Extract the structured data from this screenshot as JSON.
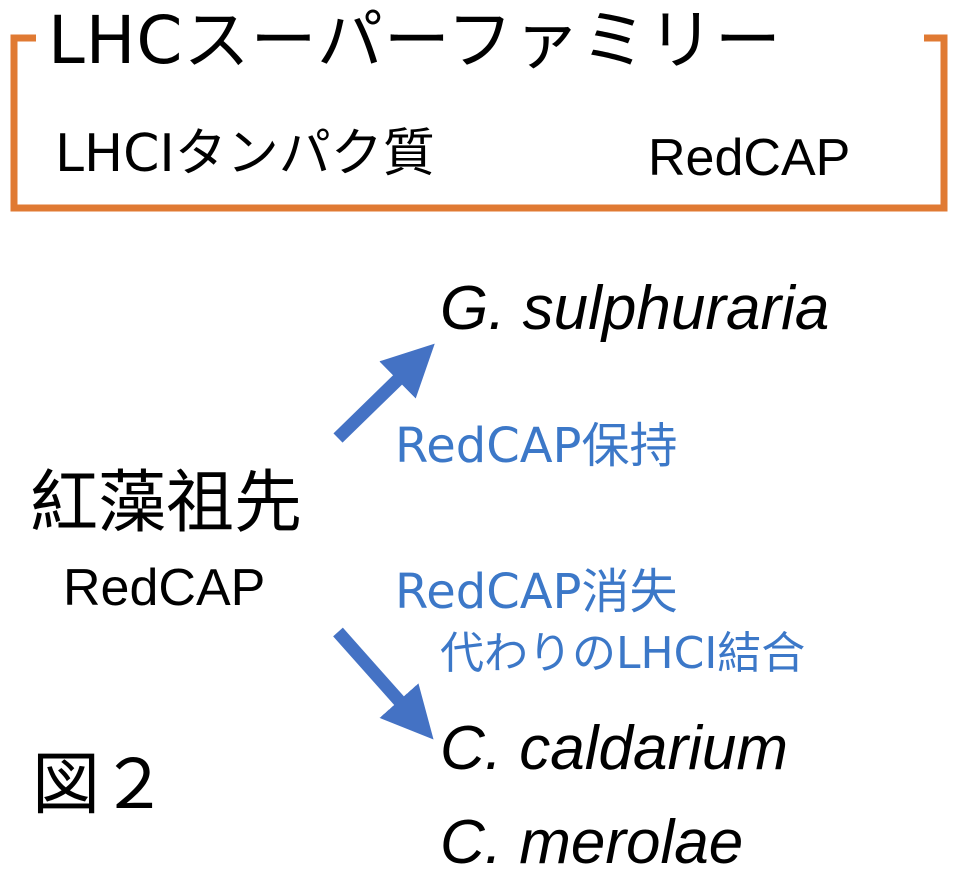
{
  "colors": {
    "bracket": "#e07a33",
    "arrow": "#4472c4",
    "annotation_text": "#3c78c8",
    "text": "#000000"
  },
  "superfamily": {
    "title": "LHCスーパーファミリー",
    "members": {
      "left": "LHCIタンパク質",
      "right": "RedCAP"
    }
  },
  "ancestor": {
    "title": "紅藻祖先",
    "subtitle": "RedCAP"
  },
  "branches": {
    "upper": {
      "annotation": "RedCAP保持",
      "species": [
        "G. sulphuraria"
      ]
    },
    "lower": {
      "annotation_line1": "RedCAP消失",
      "annotation_line2": "代わりのLHCI結合",
      "species": [
        "C. caldarium",
        "C. merolae"
      ]
    }
  },
  "figure_label": "図２"
}
